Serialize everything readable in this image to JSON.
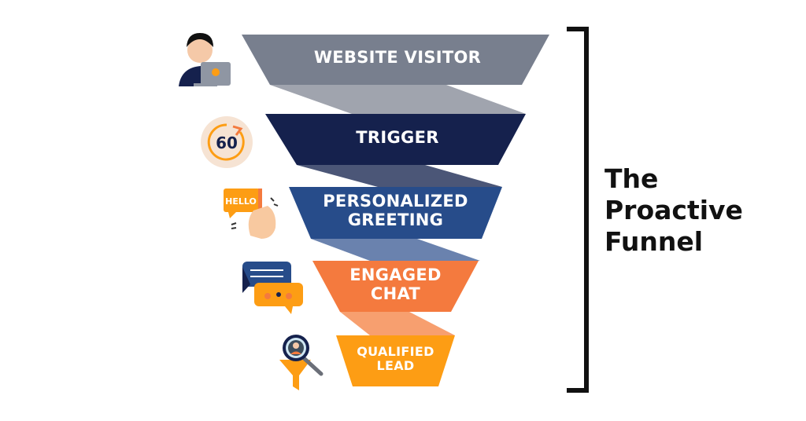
{
  "title": {
    "lines": [
      "The",
      "Proactive",
      "Funnel"
    ]
  },
  "stages": [
    {
      "label_lines": [
        "WEBSITE VISITOR"
      ],
      "color": "#787f8e",
      "connector_color": "#a0a4ae",
      "icon": "person-laptop-icon"
    },
    {
      "label_lines": [
        "TRIGGER"
      ],
      "color": "#15214d",
      "connector_color": "#4b5677",
      "icon": "timer-60-icon",
      "icon_text": "60"
    },
    {
      "label_lines": [
        "PERSONALIZED",
        "GREETING"
      ],
      "color": "#274c8a",
      "connector_color": "#6a82ae",
      "icon": "hello-wave-icon",
      "icon_text": "HELLO"
    },
    {
      "label_lines": [
        "ENGAGED",
        "CHAT"
      ],
      "color": "#f47a3e",
      "connector_color": "#f79f6f",
      "icon": "chat-bubbles-icon"
    },
    {
      "label_lines": [
        "QUALIFIED",
        "LEAD"
      ],
      "color": "#fd9d14",
      "icon": "lead-funnel-search-icon"
    }
  ],
  "bracket_color": "#111111"
}
